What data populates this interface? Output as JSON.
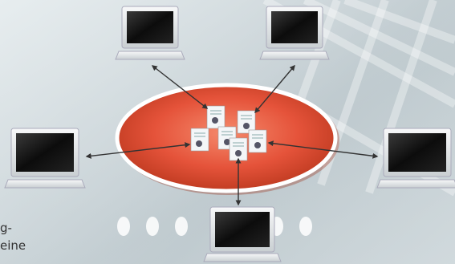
{
  "caption": {
    "line1": "g-",
    "line2": "eine"
  },
  "colors": {
    "ellipse_inner": "#f26a4b",
    "ellipse_outer": "#b8361c",
    "laptop_screen": "#111111",
    "laptop_body": "#e9ecee",
    "arrow": "#333333",
    "dot": "#ffffff"
  },
  "icons": {
    "network": "central-shared-documents",
    "client": "laptop-icon",
    "files": "document-icon"
  }
}
